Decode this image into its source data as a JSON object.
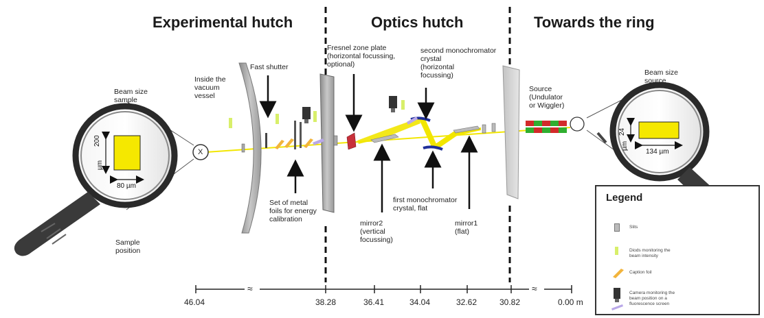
{
  "headers": {
    "experimental": "Experimental hutch",
    "optics": "Optics hutch",
    "ring": "Towards the ring"
  },
  "labels": {
    "beam_size_sample": "Beam size\nsample",
    "sample_position": "Sample\nposition",
    "inside_vessel": "Inside the\nvacuum\nvessel",
    "fast_shutter": "Fast shutter",
    "metal_foils": "Set of metal\nfoils for energy\ncalibration",
    "fresnel": "Fresnel zone plate\n(horizontal focussing,\n optional)",
    "second_mono": "second monochromator\ncrystal\n(horizontal\nfocussing)",
    "first_mono": "first monochromator\ncrystal, flat",
    "mirror2": "mirror2\n(vertical\nfocussing)",
    "mirror1": "mirror1\n(flat)",
    "source": "Source\n(Undulator\nor Wiggler)",
    "beam_size_source": "Beam size\nsource",
    "sample_marker": "X"
  },
  "magnifier_sample": {
    "height": "200",
    "width": "80",
    "unit": "µm"
  },
  "magnifier_source": {
    "height": "24",
    "width": "134",
    "unit": "µm"
  },
  "axis": {
    "ticks": [
      "46.04",
      "38.28",
      "36.41",
      "34.04",
      "32.62",
      "30.82",
      "0.00 m"
    ],
    "break_mark": "≈"
  },
  "legend": {
    "title": "Legend",
    "items": [
      "Slits",
      "Diods monitoring the\nbeam intensity",
      "Caption foil",
      "Camera monitoring the\nbeam position on a\nfluorescence screen"
    ]
  },
  "colors": {
    "beam": "#f2e600",
    "sample_box": "#f5e800",
    "diode": "#d8ef6a",
    "foil": "#f2b43c",
    "crystal": "#1f2f9a",
    "zone_plate": "#c8303a",
    "undulator_red": "#d22a2a",
    "undulator_green": "#2fae2f"
  }
}
